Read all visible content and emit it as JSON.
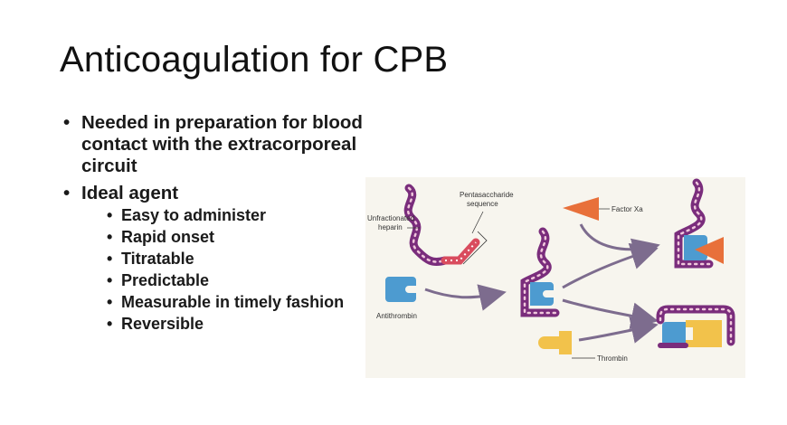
{
  "slide": {
    "title": "Anticoagulation for CPB",
    "bullets": [
      {
        "text": "Needed in preparation for blood contact with the extracorporeal circuit"
      },
      {
        "text": "Ideal agent",
        "sub": [
          "Easy to administer",
          "Rapid onset",
          "Titratable",
          "Predictable",
          "Measurable in timely fashion",
          "Reversible"
        ]
      }
    ]
  },
  "figure": {
    "labels": {
      "pentasaccharide": "Pentasaccharide sequence",
      "heparin": "Unfractionated heparin",
      "antithrombin": "Antithrombin",
      "factor_xa": "Factor Xa",
      "thrombin": "Thrombin"
    },
    "colors": {
      "heparin_chain": "#7a2d7c",
      "heparin_beads": "#f0c8dc",
      "pentasaccharide": "#d94c5e",
      "antithrombin": "#4d9bd0",
      "factor_xa": "#e8703a",
      "thrombin": "#f2c24b",
      "arrow": "#7d6c8e"
    }
  }
}
